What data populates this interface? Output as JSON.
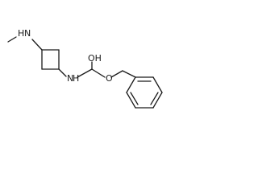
{
  "molecule": {
    "atom_labels": {
      "amine_n": "N",
      "amine_h": "H",
      "carbamate_n": "N",
      "carbamate_h": "H",
      "hydroxyl": "OH",
      "ester_o": "O"
    }
  }
}
